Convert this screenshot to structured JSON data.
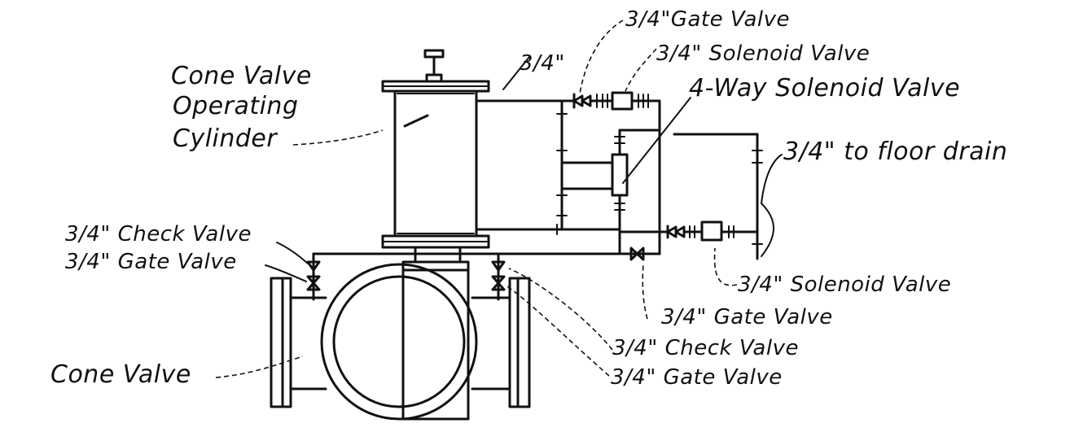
{
  "labels": {
    "cone_valve_operating_cylinder_line1": "Cone Valve",
    "cone_valve_operating_cylinder_line2": "Operating",
    "cone_valve_operating_cylinder_line3": "Cylinder",
    "pipe_size": "3/4\"",
    "top_gate_valve": "3/4\"Gate Valve",
    "top_solenoid_valve": "3/4\" Solenoid Valve",
    "four_way_solenoid_valve": "4-Way Solenoid Valve",
    "to_floor_drain": "3/4\"  to floor drain",
    "left_check_valve": "3/4\" Check Valve",
    "left_gate_valve": "3/4\" Gate Valve",
    "lower_solenoid_valve": "3/4\" Solenoid Valve",
    "lower_gate_valve": "3/4\"  Gate  Valve",
    "right_check_valve": "3/4\" Check Valve",
    "right_gate_valve": "3/4\" Gate Valve",
    "cone_valve": "Cone Valve"
  },
  "colors": {
    "ink": "#111111",
    "paper": "#ffffff"
  }
}
